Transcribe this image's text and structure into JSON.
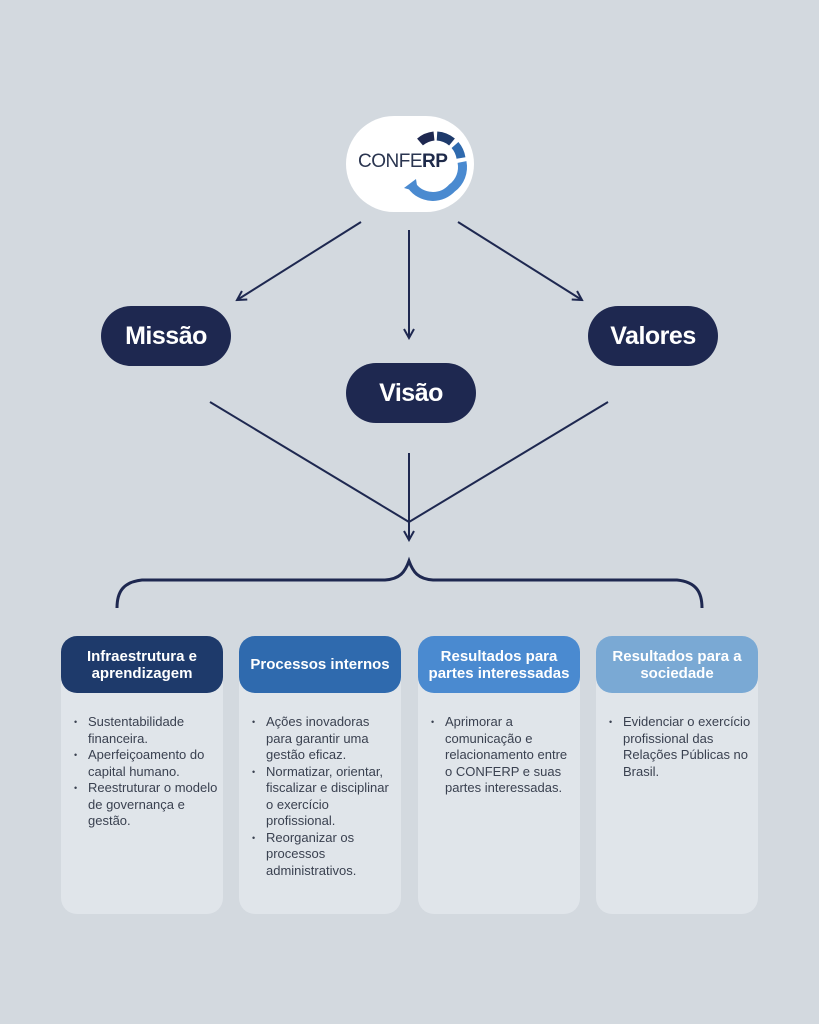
{
  "logo": {
    "text_light": "CONFE",
    "text_bold": "RP"
  },
  "nodes": {
    "missao": "Missão",
    "visao": "Visão",
    "valores": "Valores"
  },
  "columns": [
    {
      "title": "Infraestrutura e aprendizagem",
      "color": "#1e3a6b",
      "items": [
        "Sustentabilidade financeira.",
        "Aperfeiçoamento do capital humano.",
        "Reestruturar o modelo de governança e gestão."
      ]
    },
    {
      "title": "Processos internos",
      "color": "#2f6aae",
      "items": [
        "Ações inovadoras para garantir uma gestão eficaz.",
        "Normatizar, orientar, fiscalizar e disciplinar o exercício profissional.",
        "Reorganizar os processos administrativos."
      ]
    },
    {
      "title": "Resultados para partes interessadas",
      "color": "#4a8ad0",
      "items": [
        "Aprimorar a comunicação e relacionamento entre o CONFERP e suas partes interessadas."
      ]
    },
    {
      "title": "Resultados para a sociedade",
      "color": "#7aa9d4",
      "items": [
        "Evidenciar o exercício profissional das Relações Públicas no Brasil."
      ]
    }
  ],
  "colors": {
    "background": "#d3d9df",
    "navy": "#1e2850",
    "card_body": "#e0e5ea"
  }
}
